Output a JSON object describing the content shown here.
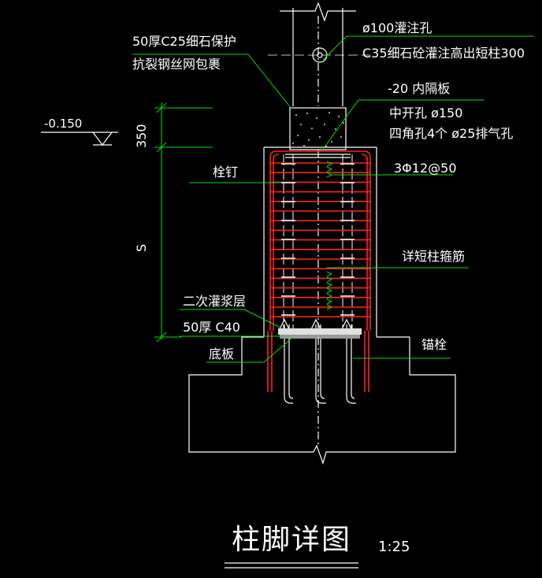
{
  "labels": {
    "protect_line1": "50厚C25细石保护",
    "protect_line2": "抗裂钢丝网包裹",
    "grout_hole": "ø100灌注孔",
    "stub_column": "C35细石砼灌注高出短柱300",
    "inner_plate": "-20 内隔板",
    "center_hole": "中开孔 ø150",
    "vent_holes": "四角孔4个 ø25排气孔",
    "bars": "3Φ12@50",
    "stud": "栓钉",
    "stirrup": "详短柱箍筋",
    "grout_layer": "二次灌浆层",
    "c40_layer": "50厚 C40",
    "base_plate": "底板",
    "anchor_bolt": "锚栓",
    "elevation": "-0.150",
    "dim_350": "350",
    "dim_s": "S"
  },
  "title": "柱脚详图",
  "scale": "1:25",
  "colors": {
    "background": "#000000",
    "outline": "#ffffff",
    "leader": "#00e000",
    "rebar": "#ff2020",
    "dimension": "#00e000"
  }
}
